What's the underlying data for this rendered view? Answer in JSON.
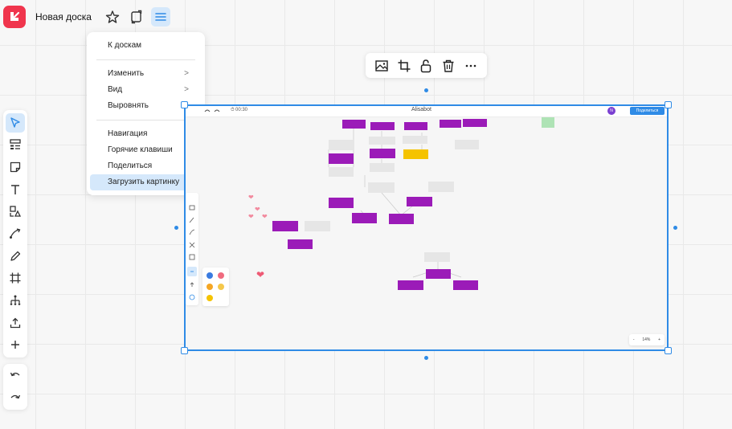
{
  "header": {
    "board_title": "Новая доска"
  },
  "menu": {
    "items": [
      {
        "label": "К доскам",
        "arrow": ""
      },
      {
        "label": "Изменить",
        "arrow": ">"
      },
      {
        "label": "Вид",
        "arrow": ">"
      },
      {
        "label": "Выровнять",
        "arrow": ">"
      },
      {
        "label": "Навигация",
        "arrow": ">"
      },
      {
        "label": "Горячие клавиши",
        "arrow": ""
      },
      {
        "label": "Поделиться",
        "arrow": ""
      },
      {
        "label": "Загрузить картинку",
        "arrow": ""
      }
    ]
  },
  "toolbar": {
    "tools": [
      "cursor-icon",
      "templates-icon",
      "sticky-note-icon",
      "text-icon",
      "shapes-icon",
      "connector-icon",
      "pen-icon",
      "frame-icon",
      "mindmap-icon",
      "upload-icon",
      "plus-icon"
    ],
    "undo_icon": "undo-icon",
    "redo_icon": "redo-icon"
  },
  "context_toolbar": {
    "buttons": [
      "replace-image-icon",
      "crop-icon",
      "lock-icon",
      "delete-icon",
      "more-icon"
    ]
  },
  "embedded_screenshot": {
    "timer": "00:30",
    "board_name": "Alisabot",
    "avatar_initial": "N",
    "share_label": "Поделиться",
    "zoom_level": "14%",
    "zoom_minus": "-",
    "zoom_plus": "+"
  },
  "colors": {
    "accent": "#2f8be6",
    "logo": "#f0354d",
    "menu_highlight": "#d5e8fb",
    "card_purple": "#9b1bb8",
    "card_yellow": "#f5c300",
    "card_green": "#aee3b5"
  }
}
